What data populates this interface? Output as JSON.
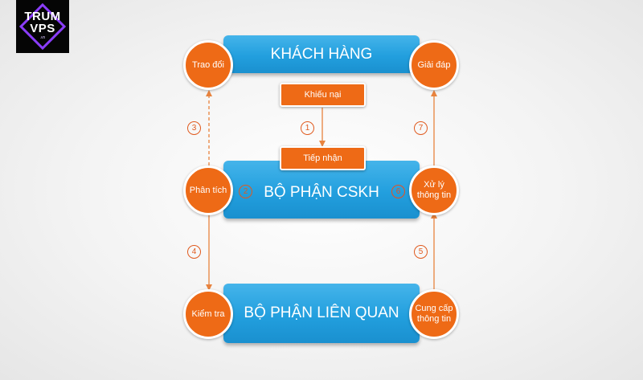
{
  "logo": {
    "line1": "TRUM",
    "line2": "VPS",
    "line3": ".vn"
  },
  "bars": {
    "customer": "KHÁCH HÀNG",
    "cskh": "BỘ PHẬN CSKH",
    "related": "BỘ PHẬN LIÊN QUAN"
  },
  "tags": {
    "complaint": "Khiếu nại",
    "receive": "Tiếp nhận"
  },
  "circles": {
    "exchange": "Trao đổi",
    "answer": "Giải đáp",
    "analyze": "Phân tích",
    "process_line1": "Xử lý",
    "process_line2": "thông tin",
    "check": "Kiểm tra",
    "provide_line1": "Cung cấp",
    "provide_line2": "thông tin"
  },
  "steps": {
    "s1": "1",
    "s2": "2",
    "s3": "3",
    "s4": "4",
    "s5": "5",
    "s6": "6",
    "s7": "7"
  },
  "colors": {
    "blue": "#229fde",
    "orange": "#ee6a16",
    "arrow": "#e8833e"
  }
}
